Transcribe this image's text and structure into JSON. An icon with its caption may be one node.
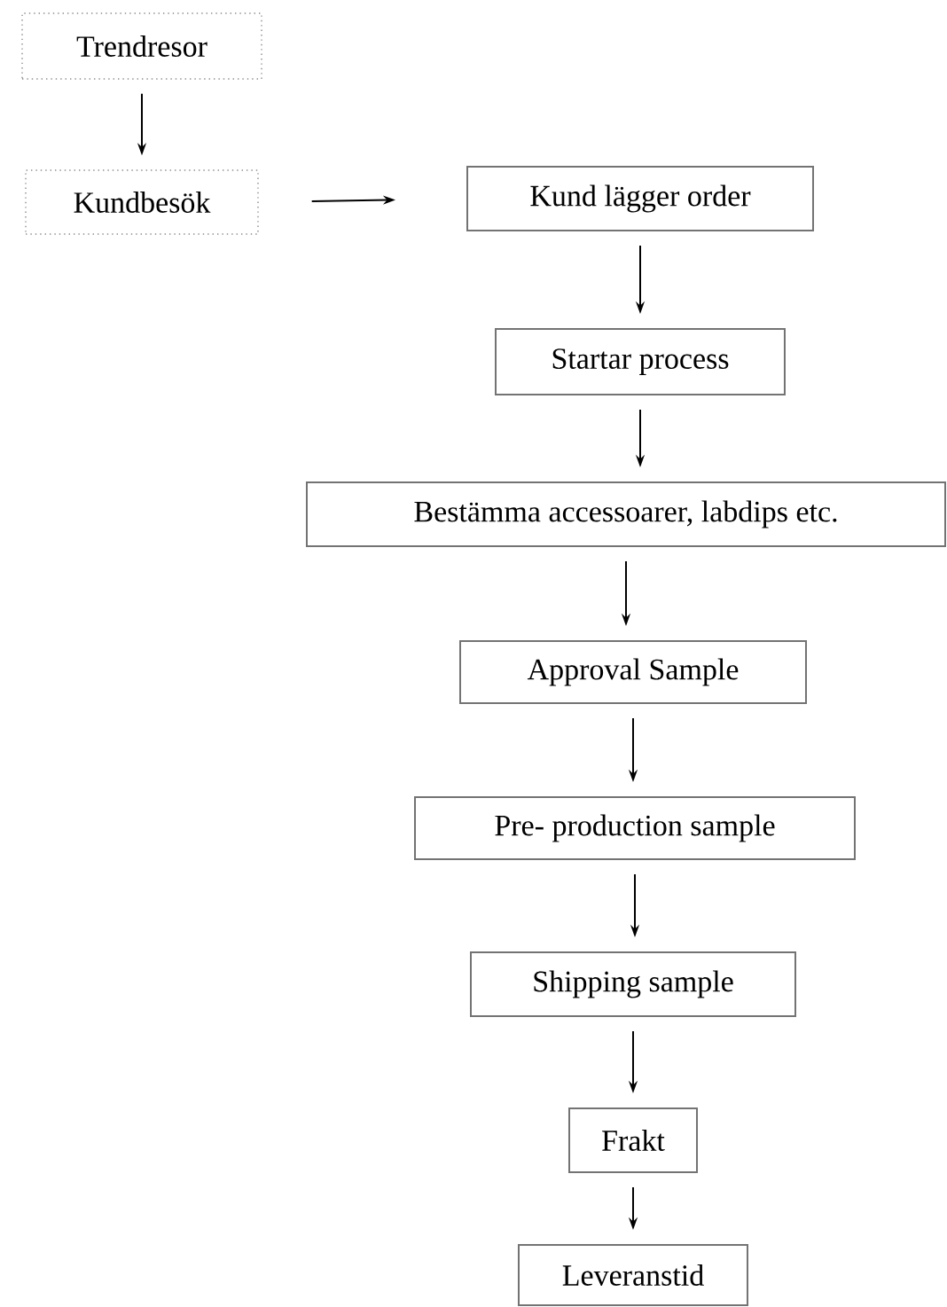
{
  "diagram": {
    "nodes": [
      {
        "text": [
          "Trendresor"
        ]
      },
      {
        "text": [
          "Kundbesök"
        ]
      },
      {
        "text": [
          "Kund lägger order"
        ]
      },
      {
        "text": [
          "Startar process"
        ]
      },
      {
        "text": [
          "Bestämma accessoarer, labdips etc."
        ]
      },
      {
        "text": [
          "Approval Sample"
        ]
      },
      {
        "text": [
          "Pre- production sample"
        ]
      },
      {
        "text": [
          "Shipping sample"
        ]
      },
      {
        "text": [
          "Frakt"
        ]
      },
      {
        "text": [
          "Leveranstid"
        ]
      }
    ],
    "edges": [
      {
        "from": 0,
        "to": 1,
        "arrow": "to"
      },
      {
        "from": 1,
        "to": 2,
        "arrow": "to"
      },
      {
        "from": 2,
        "to": 3,
        "arrow": "to"
      },
      {
        "from": 3,
        "to": 4,
        "arrow": "to"
      },
      {
        "from": 4,
        "to": 5,
        "arrow": "to"
      },
      {
        "from": 5,
        "to": 6,
        "arrow": "to"
      },
      {
        "from": 6,
        "to": 7,
        "arrow": "to"
      },
      {
        "from": 7,
        "to": 8,
        "arrow": "to"
      },
      {
        "from": 8,
        "to": 9,
        "arrow": "to"
      }
    ]
  }
}
